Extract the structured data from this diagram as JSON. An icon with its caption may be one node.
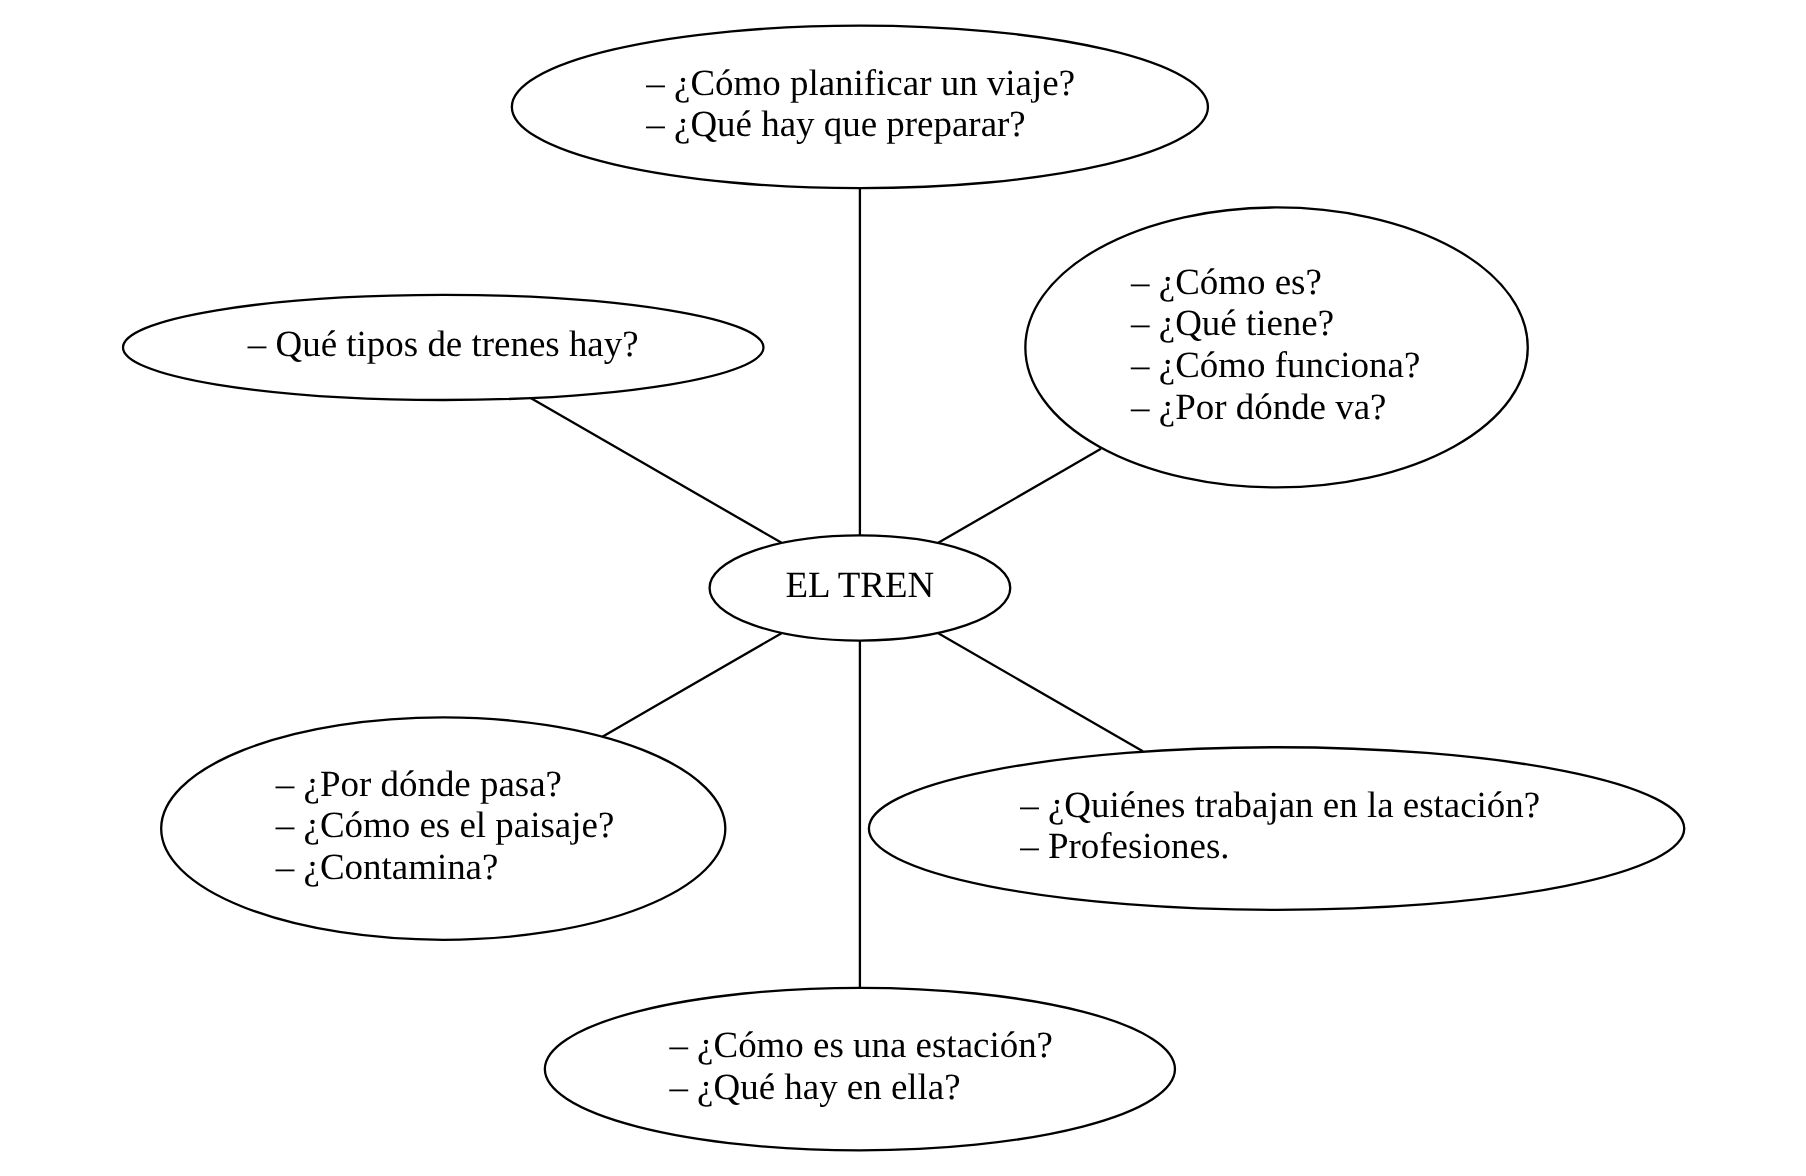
{
  "diagram": {
    "nodes": [
      {
        "text": [
          "– ¿Cómo es?",
          "– ¿Qué tiene?",
          "– ¿Cómo funciona?",
          "– ¿Por dónde va?"
        ]
      },
      {
        "text": [
          "– ¿Cómo planificar un viaje?",
          "– ¿Qué hay que preparar?"
        ]
      },
      {
        "text": [
          "– Qué tipos de trenes hay?"
        ]
      },
      {
        "text": [
          "EL TREN"
        ]
      },
      {
        "text": [
          "– ¿Por dónde pasa?",
          "– ¿Cómo es el paisaje?",
          "– ¿Contamina?"
        ]
      },
      {
        "text": [
          "– ¿Cómo es una estación?",
          "– ¿Qué hay en ella?"
        ]
      },
      {
        "text": [
          "– ¿Quiénes trabajan en la estación?",
          "– Profesiones."
        ]
      }
    ],
    "edges": [
      {
        "from": 3,
        "to": 0,
        "arrow": "none"
      },
      {
        "from": 3,
        "to": 2,
        "arrow": "none"
      },
      {
        "from": 3,
        "to": 5,
        "arrow": "none"
      },
      {
        "from": 3,
        "to": 6,
        "arrow": "none"
      },
      {
        "from": 3,
        "to": 4,
        "arrow": "none"
      },
      {
        "from": 3,
        "to": 1,
        "arrow": "none"
      }
    ]
  }
}
